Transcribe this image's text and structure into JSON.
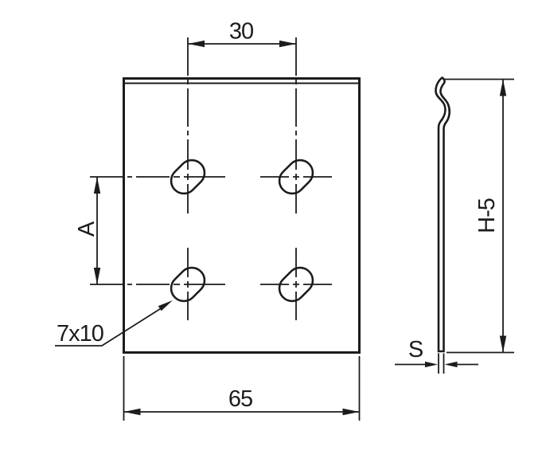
{
  "drawing": {
    "type": "technical-drawing",
    "background": "#ffffff",
    "line_color": "#1c1c1c",
    "front_view": {
      "hole_count": 4,
      "labels": {
        "hole_spacing_horizontal": "30",
        "hole_spacing_vertical": "A",
        "hole_size": "7x10",
        "plate_width": "65"
      }
    },
    "side_view": {
      "labels": {
        "profile_height": "H-5",
        "thickness": "S"
      }
    }
  }
}
